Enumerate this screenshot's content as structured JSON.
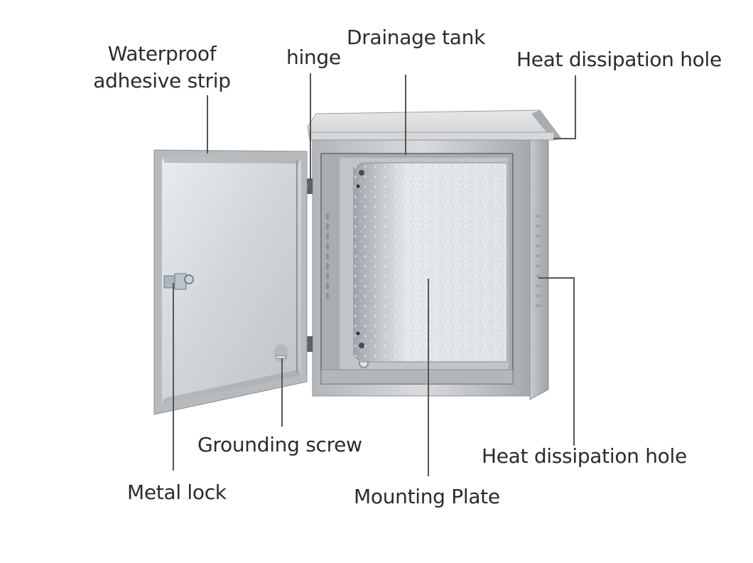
{
  "diagram": {
    "subject": "Stainless steel outdoor electrical enclosure with open door",
    "colors": {
      "background": "#ffffff",
      "label_text": "#2b2b2b",
      "leader_line": "#555555",
      "steel_light": "#e4e6e8",
      "steel_mid": "#b9bcbf",
      "steel_dark": "#8e9296",
      "galvanized_plate": "#d8dde1"
    },
    "callouts": [
      {
        "id": "waterproof-strip",
        "label_line1": "Waterproof",
        "label_line2": "adhesive strip"
      },
      {
        "id": "hinge",
        "label": "hinge"
      },
      {
        "id": "drainage-tank",
        "label": "Drainage tank"
      },
      {
        "id": "heat-hole-top",
        "label": "Heat dissipation hole"
      },
      {
        "id": "grounding-screw",
        "label": "Grounding screw"
      },
      {
        "id": "metal-lock",
        "label": "Metal lock"
      },
      {
        "id": "mounting-plate",
        "label": "Mounting Plate"
      },
      {
        "id": "heat-hole-side",
        "label": "Heat dissipation hole"
      }
    ]
  }
}
